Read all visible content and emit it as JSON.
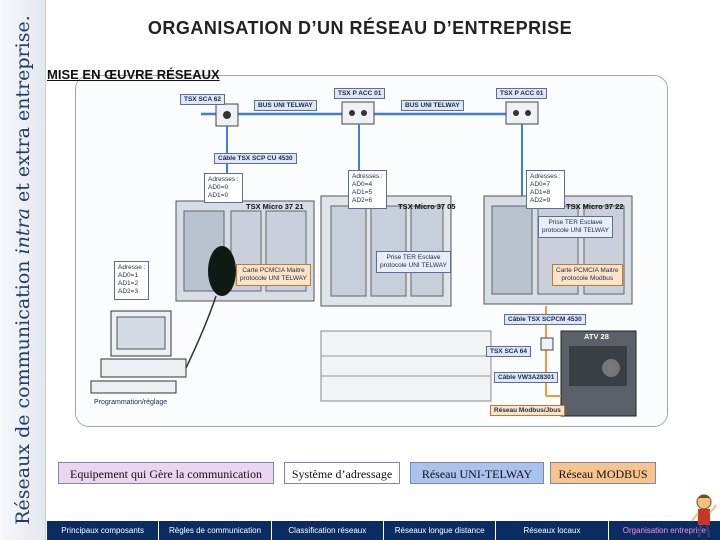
{
  "side": {
    "prefix": "Réseaux de communication ",
    "emph": "intra",
    "suffix": " et extra entreprise."
  },
  "header": {
    "title": "ORGANISATION D’UN RÉSEAU D’ENTREPRISE",
    "subtitle": "MISE EN ŒUVRE RÉSEAUX"
  },
  "diagram": {
    "tsx_sca62": "TSX SCA 62",
    "tsx_pacc01_a": "TSX P ACC 01",
    "tsx_pacc01_b": "TSX P ACC 01",
    "bus_1": "BUS UNI TELWAY",
    "bus_2": "BUS UNI TELWAY",
    "cable_scp": "Câble TSX SCP CU 4530",
    "addr_left": "Adresses :\nAD0=0\nAD1=0",
    "addr_mid": "Adresses :\nAD0=4\nAD1=5\nAD2=6",
    "addr_right": "Adresses :\nAD0=7\nAD1=8\nAD2=9",
    "addr_lower_left": "Adresse :\nAD0=1\nAD1=2\nAD2=3",
    "plc_1": "TSX Micro 37 21",
    "plc_2": "TSX Micro 37 05",
    "plc_3": "TSX Micro 37 22",
    "prise_ter_1": "Prise TER Esclave\nprotocole UNI TELWAY",
    "prise_ter_2": "Prise TER Esclave\nprotocole UNI TELWAY",
    "pcmcia_1": "Carte PCMCIA Maitre\nprotocole UNI TELWAY",
    "pcmcia_2": "Carte PCMCIA Maitre\nprotocole Modbus",
    "cable_scpcm": "Câble TSX SCPCM 4530",
    "atv": "ATV 28",
    "tsx_sca64": "TSX SCA 64",
    "cable_vw3": "Câble VW3A28301",
    "modbus_net": "Réseau Modbus/Jbus",
    "pc_caption": "Programmation/réglage"
  },
  "legend": {
    "item1": "Equipement qui Gère la communication",
    "item2": "Système d’adressage",
    "item3": "Réseau UNI-TELWAY",
    "item4": "Réseau MODBUS"
  },
  "nav": [
    "Principaux composants",
    "Règles de communication",
    "Classification réseaux",
    "Réseaux longue distance",
    "Réseaux locaux",
    "Organisation entreprise"
  ],
  "colors": {
    "legend1": "#ead5f2",
    "legend2": "#ffffff",
    "legend3": "#a9c3ee",
    "legend4": "#f7c48f",
    "nav_bg": "#0b2c63",
    "bus_line": "#3f7fd9",
    "modbus_line": "#f09a3e"
  }
}
